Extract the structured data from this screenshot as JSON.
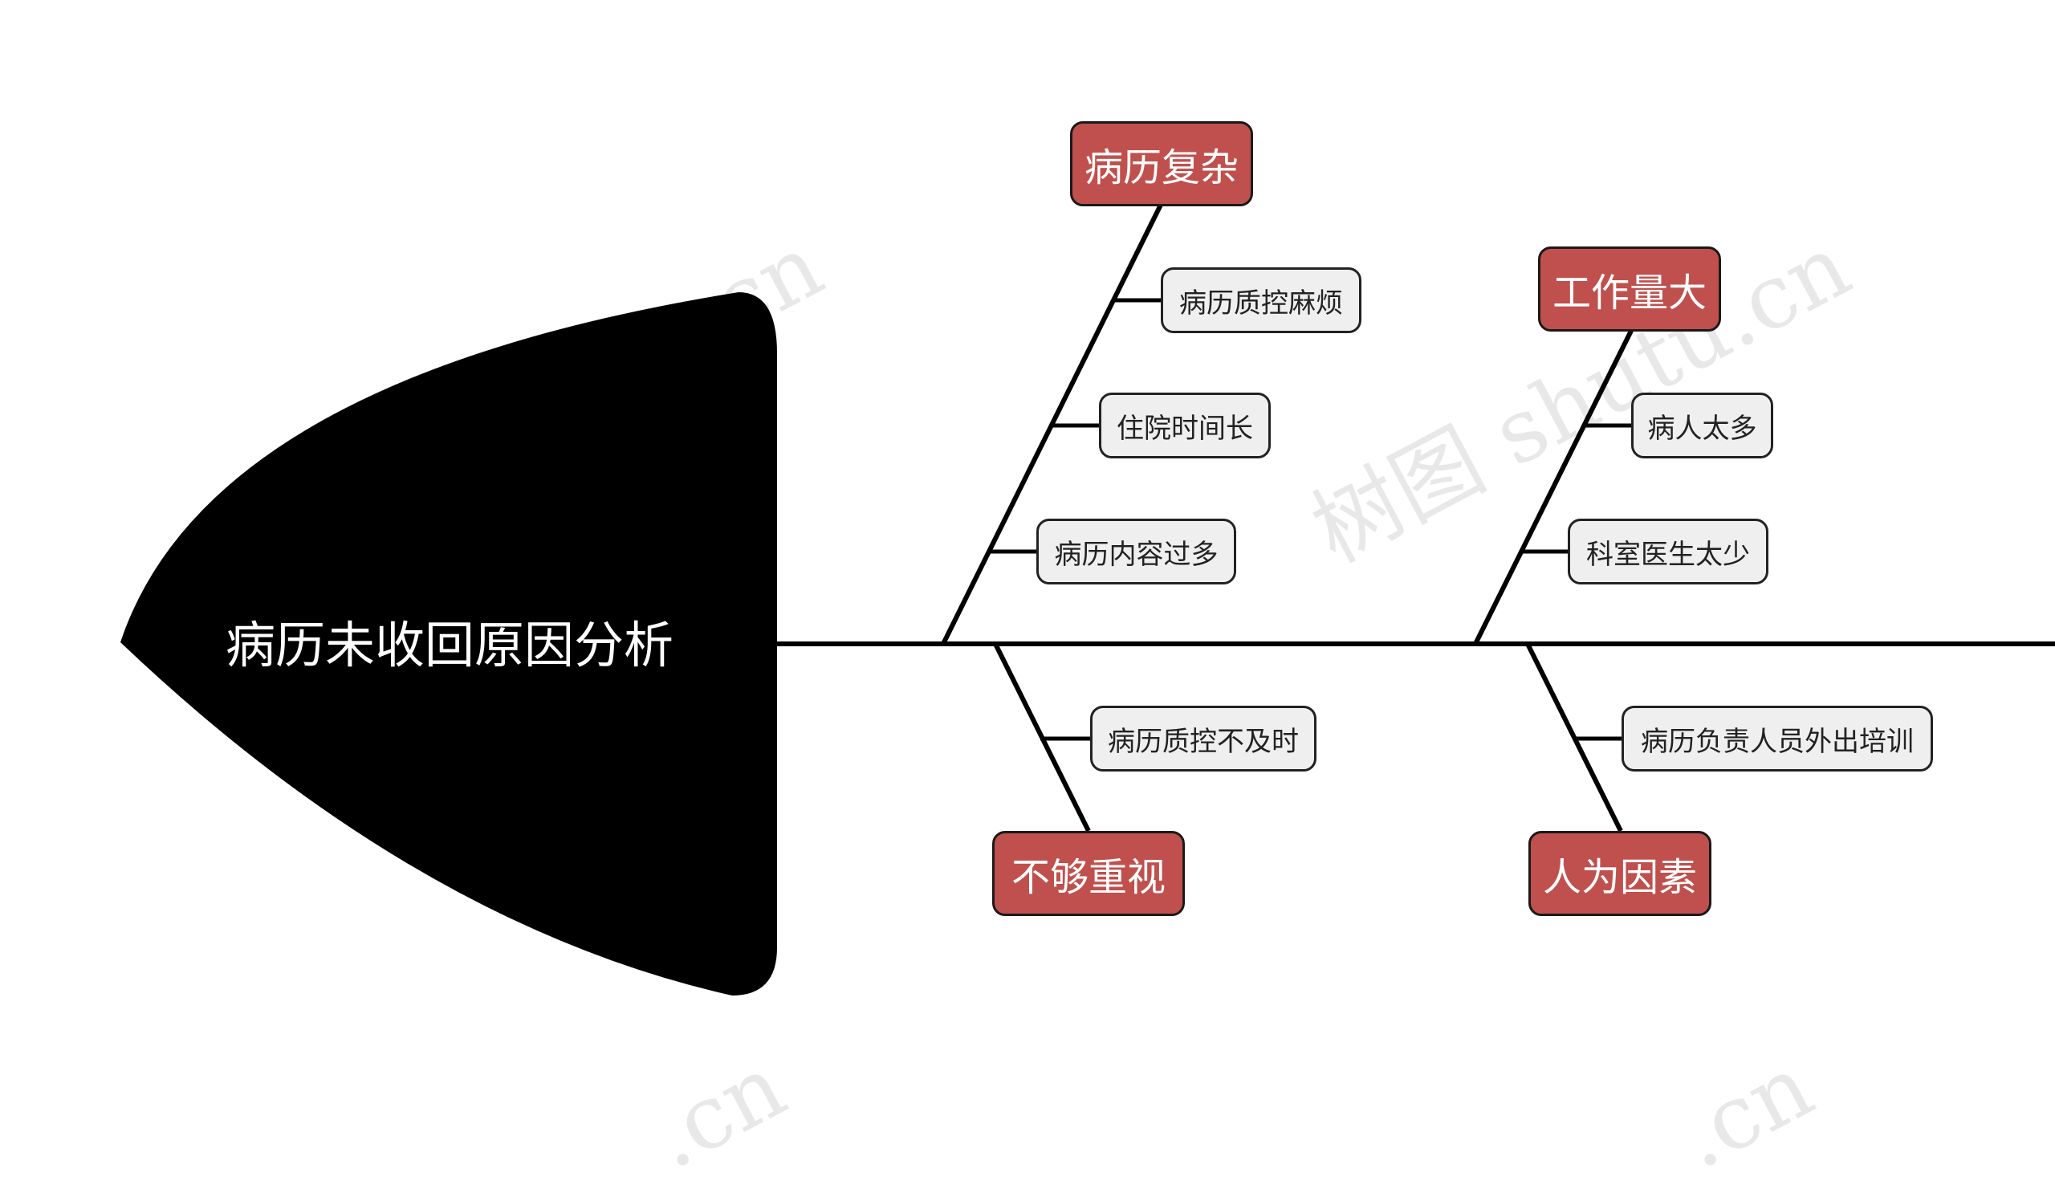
{
  "diagram": {
    "head": {
      "label": "病历未收回原因分析"
    },
    "branches": [
      {
        "label": "病历复杂",
        "causes": [
          "病历质控麻烦",
          "住院时间长",
          "病历内容过多"
        ]
      },
      {
        "label": "工作量大",
        "causes": [
          "病人太多",
          "科室医生太少"
        ]
      },
      {
        "label": "不够重视",
        "causes": [
          "病历质控不及时"
        ]
      },
      {
        "label": "人为因素",
        "causes": [
          "病历负责人员外出培训"
        ]
      }
    ]
  },
  "watermark": {
    "text": "树图 shutu.cn",
    "partial_text": ".cn"
  },
  "colors": {
    "head_fill": "#000000",
    "main_node_fill": "#c0504d",
    "sub_node_fill": "#efefef",
    "line": "#000000"
  }
}
